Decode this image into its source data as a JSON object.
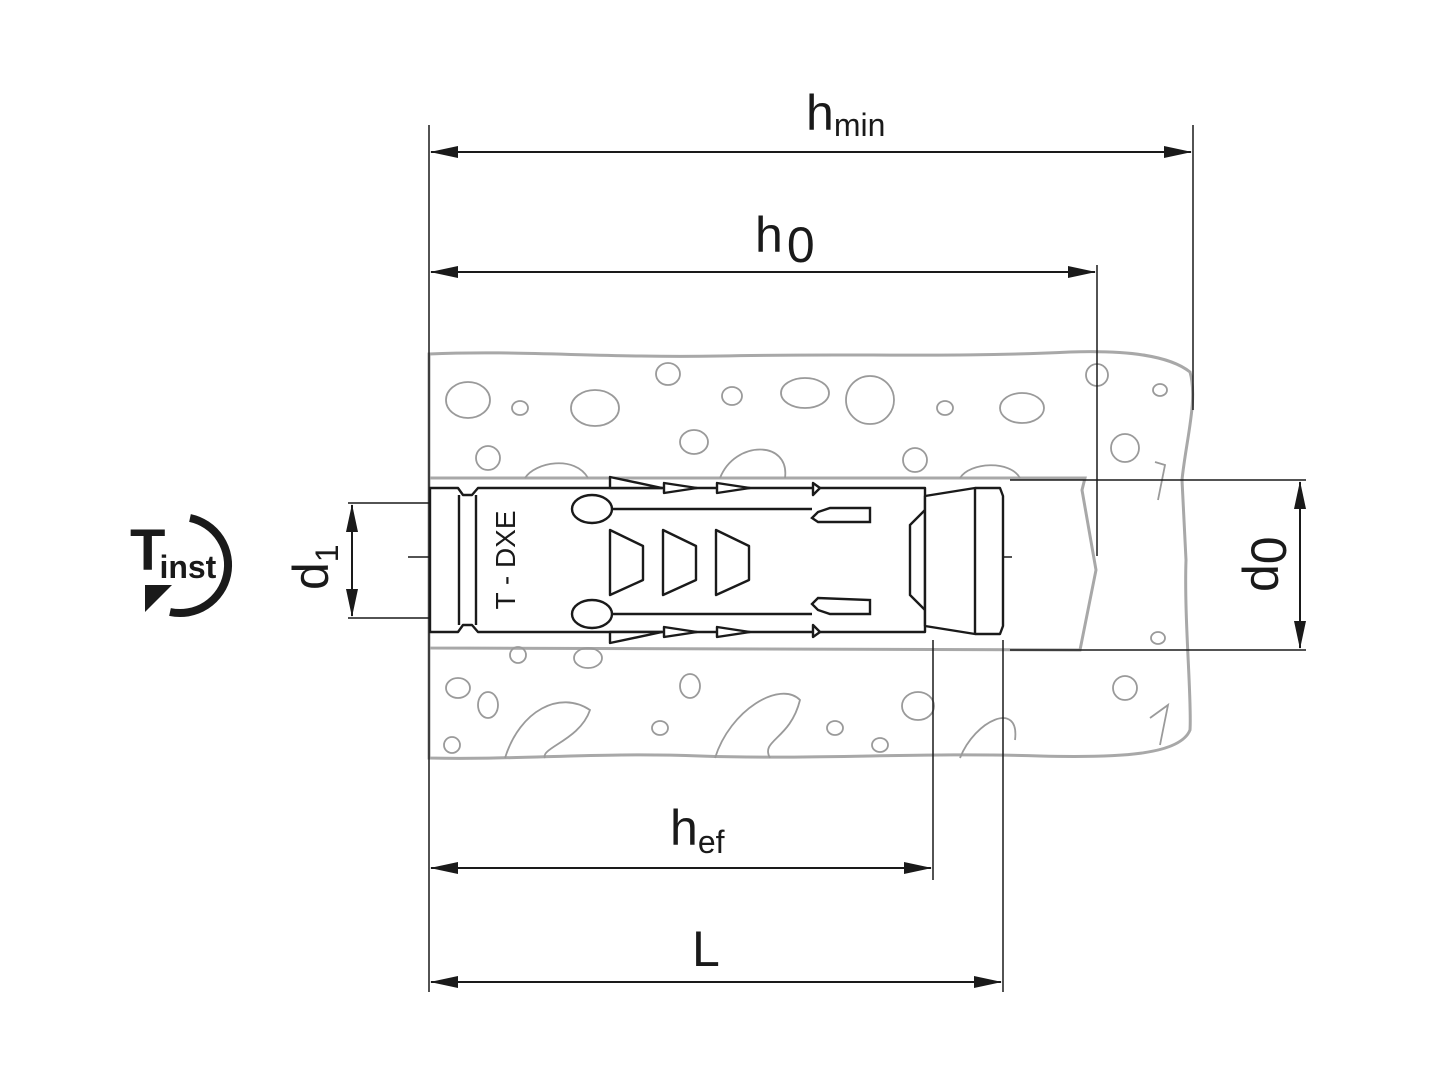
{
  "dimensions": {
    "h_min": {
      "main": "h",
      "sub": "min"
    },
    "h_0": {
      "main": "h",
      "sub": "0"
    },
    "h_ef": {
      "main": "h",
      "sub": "ef"
    },
    "L": {
      "main": "L"
    },
    "d_1": {
      "main": "d",
      "sub": "1"
    },
    "d_0": {
      "main": "d",
      "sub": "0"
    }
  },
  "anchor": {
    "marking": "T - DXE"
  },
  "installation_torque_icon": {
    "main": "T",
    "sub": "inst"
  },
  "colors": {
    "line": "#1a1a1a",
    "concrete": "#a8a8a8"
  }
}
